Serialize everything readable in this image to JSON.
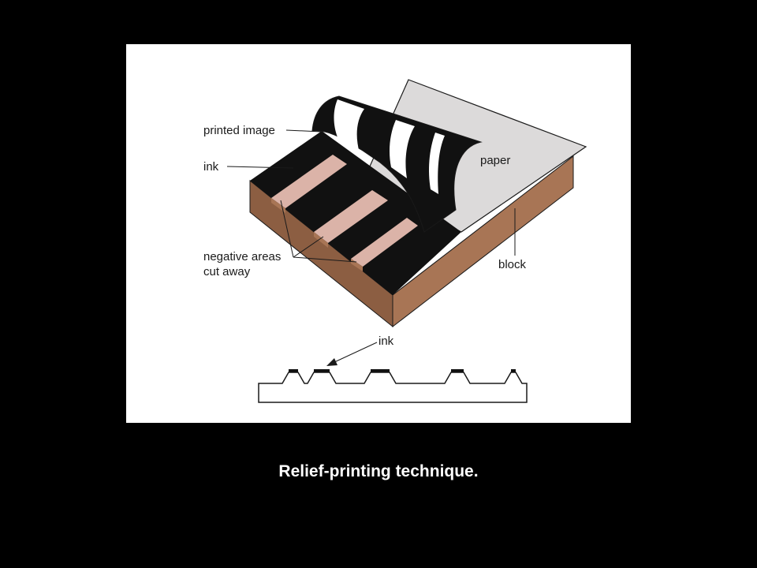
{
  "caption": "Relief-printing technique.",
  "labels": {
    "printed_image": "printed image",
    "ink_main": "ink",
    "negative_areas_line1": "negative areas",
    "negative_areas_line2": "cut away",
    "paper": "paper",
    "block": "block",
    "ink_cross_section": "ink"
  },
  "colors": {
    "background": "#000000",
    "panel": "#ffffff",
    "paper": "#dcdada",
    "block_wood": "#a87555",
    "block_wood_dark": "#8c5e42",
    "ink": "#111111",
    "cut_floor": "#dbb3a8",
    "caption_text": "#ffffff"
  }
}
